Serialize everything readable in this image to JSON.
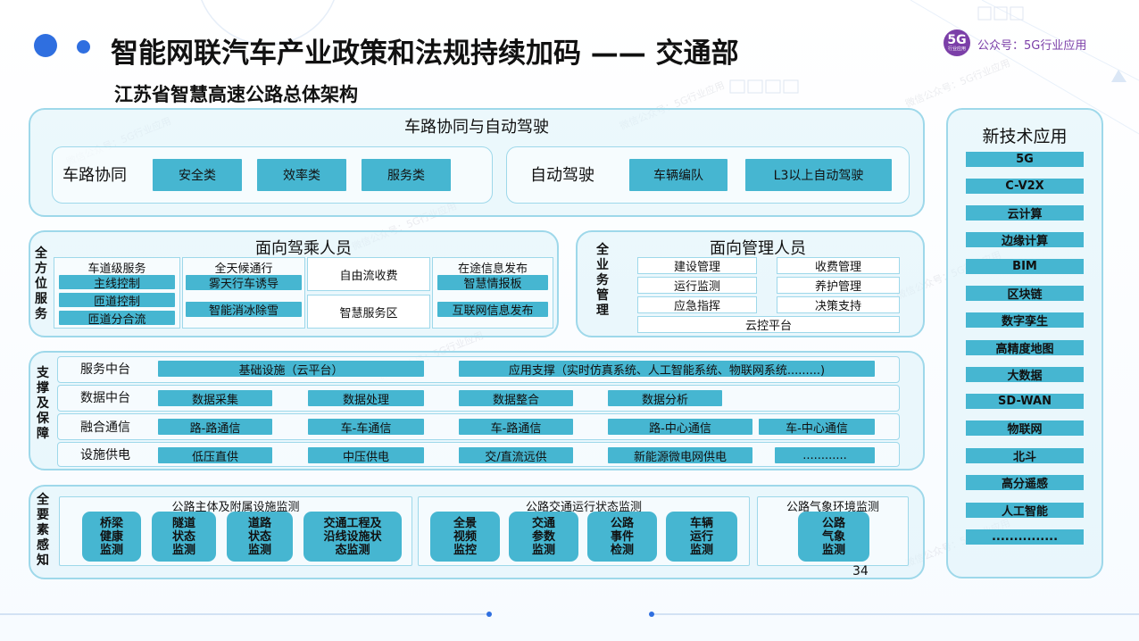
{
  "header": {
    "title": "智能网联汽车产业政策和法规持续加码 —— 交通部",
    "subtitle": "江苏省智慧高速公路总体架构",
    "logo_text": "5G",
    "logo_sub": "行业应用",
    "account": "公众号：5G行业应用"
  },
  "top": {
    "title": "车路协同与自动驾驶",
    "coop_label": "车路协同",
    "coop_items": [
      "安全类",
      "效率类",
      "服务类"
    ],
    "auto_label": "自动驾驶",
    "auto_items": [
      "车辆编队",
      "L3以上自动驾驶"
    ]
  },
  "driver": {
    "side": "全方位服务",
    "title": "面向驾乘人员",
    "col1_head": "车道级服务",
    "col1_items": [
      "主线控制",
      "匝道控制",
      "匝道分合流"
    ],
    "col2_head": "全天候通行",
    "col2_items": [
      "雾天行车诱导",
      "智能消冰除雪"
    ],
    "col3_items": [
      "自由流收费",
      "智慧服务区"
    ],
    "col4_head": "在途信息发布",
    "col4_items": [
      "智慧情报板",
      "互联网信息发布"
    ]
  },
  "manager": {
    "side": "全业务管理",
    "title": "面向管理人员",
    "left_items": [
      "建设管理",
      "运行监测",
      "应急指挥"
    ],
    "right_items": [
      "收费管理",
      "养护管理",
      "决策支持"
    ],
    "bottom": "云控平台"
  },
  "support": {
    "side": "支撑及保障",
    "rows": [
      {
        "label": "服务中台",
        "items": [
          "基础设施（云平台）",
          "应用支撑（实时仿真系统、人工智能系统、物联网系统.........)"
        ]
      },
      {
        "label": "数据中台",
        "items": [
          "数据采集",
          "数据处理",
          "数据整合",
          "数据分析"
        ]
      },
      {
        "label": "融合通信",
        "items": [
          "路-路通信",
          "车-车通信",
          "车-路通信",
          "路-中心通信",
          "车-中心通信"
        ]
      },
      {
        "label": "设施供电",
        "items": [
          "低压直供",
          "中压供电",
          "交/直流远供",
          "新能源微电网供电",
          "............"
        ]
      }
    ]
  },
  "sensing": {
    "side": "全要素感知",
    "group1_title": "公路主体及附属设施监测",
    "group1_items": [
      "桥梁\n健康\n监测",
      "隧道\n状态\n监测",
      "道路\n状态\n监测",
      "交通工程及\n沿线设施状\n态监测"
    ],
    "group2_title": "公路交通运行状态监测",
    "group2_items": [
      "全景\n视频\n监控",
      "交通\n参数\n监测",
      "公路\n事件\n检测",
      "车辆\n运行\n监测"
    ],
    "group3_title": "公路气象环境监测",
    "group3_items": [
      "公路\n气象\n监测"
    ]
  },
  "tech": {
    "title": "新技术应用",
    "items": [
      "5G",
      "C-V2X",
      "云计算",
      "边缘计算",
      "BIM",
      "区块链",
      "数字孪生",
      "高精度地图",
      "大数据",
      "SD-WAN",
      "物联网",
      "北斗",
      "高分遥感",
      "人工智能",
      "..............."
    ]
  },
  "page_number": "34",
  "watermark": "微信公众号：5G行业应用",
  "colors": {
    "accent": "#46b6d1",
    "border": "#9ed8ea",
    "title_blue": "#2f6fe0",
    "logo_purple": "#7b3fa8"
  }
}
